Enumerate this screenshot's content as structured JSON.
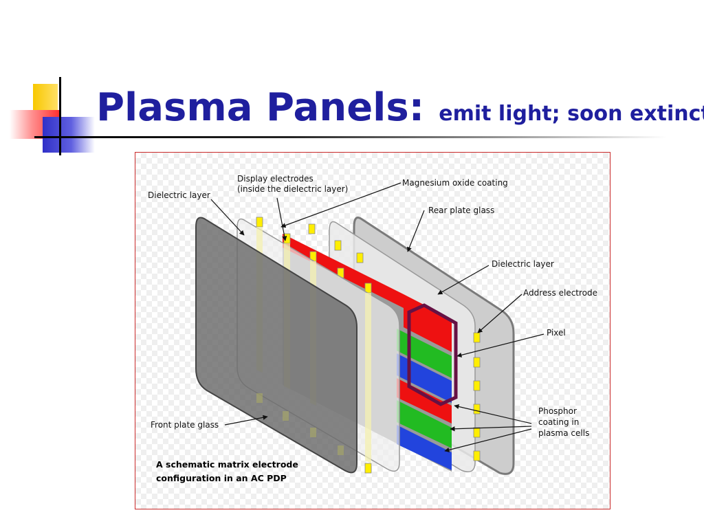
{
  "slide": {
    "title_main": "Plasma Panels:",
    "title_sub": "emit light; soon extinct?"
  },
  "diagram": {
    "labels": {
      "display_electrodes_1": "Display electrodes",
      "display_electrodes_2": "(inside the dielectric layer)",
      "dielectric_front": "Dielectric layer",
      "magnesium_oxide": "Magnesium oxide coating",
      "rear_plate_glass": "Rear plate glass",
      "dielectric_rear": "Dielectric layer",
      "address_electrode": "Address electrode",
      "pixel": "Pixel",
      "phosphor_1": "Phosphor",
      "phosphor_2": "coating in",
      "phosphor_3": "plasma cells",
      "front_plate_glass": "Front plate glass"
    },
    "caption_1": "A schematic matrix electrode",
    "caption_2": "configuration in an AC PDP",
    "colors": {
      "red_cell": "#ee1111",
      "green_cell": "#22bb22",
      "blue_cell": "#2244dd",
      "electrode": "#ffee00",
      "pixel_outline": "#661144",
      "frame": "#c82828",
      "title": "#1f1f9e"
    }
  }
}
